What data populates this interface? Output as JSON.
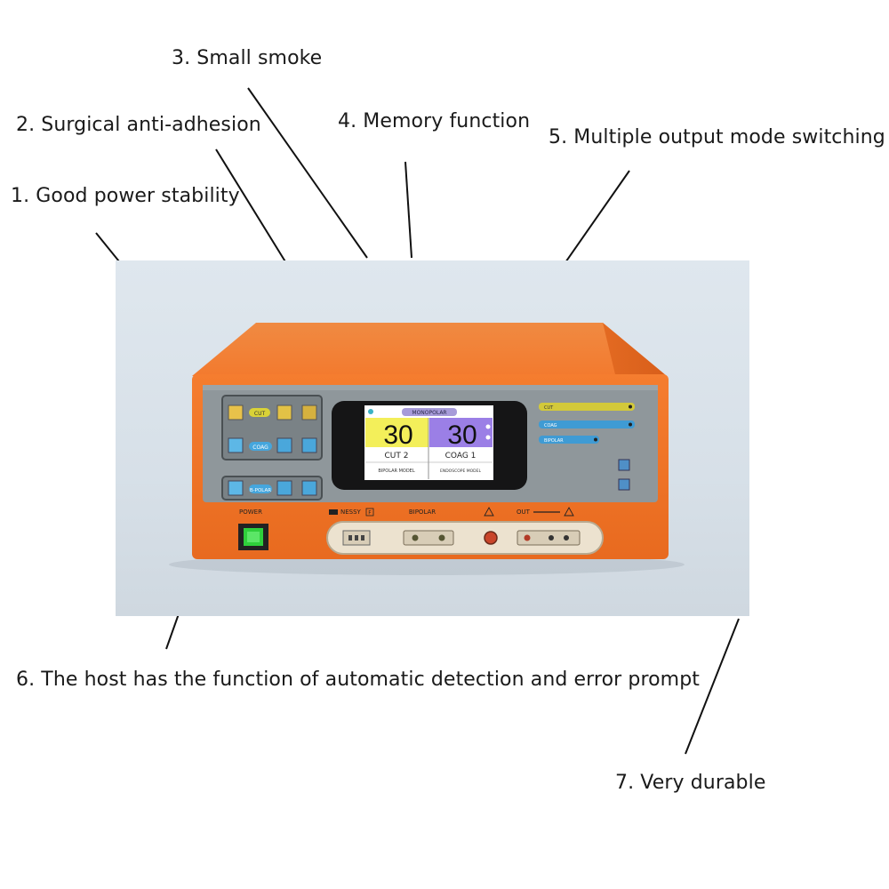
{
  "callouts": {
    "c1": "1. Good power stability",
    "c2": "2. Surgical anti-adhesion",
    "c3": "3. Small smoke",
    "c4": "4. Memory function",
    "c5": "5. Multiple output mode switching",
    "c6": "6. The host has the function of automatic detection and error prompt",
    "c7": "7. Very durable"
  },
  "device": {
    "screen": {
      "mode": "MONOPOLAR",
      "left_value": "30",
      "right_value": "30",
      "left_label": "CUT 2",
      "right_label": "COAG 1",
      "left_model": "BIPOLAR MODEL",
      "right_model": "ENDOSCOPE MODEL"
    },
    "left_panel": {
      "cut": "CUT",
      "coag": "COAG",
      "bipolar": "B-POLAR"
    },
    "right_indicators": {
      "cut": "CUT",
      "coag": "COAG",
      "bipolar": "BIPOLAR"
    },
    "front": {
      "power": "POWER",
      "nessy": "NESSY",
      "nessy_box": "F",
      "bipolar": "BIPOLAR",
      "out": "OUT"
    }
  },
  "colors": {
    "housing": "#f3782b",
    "panel": "#8e969a",
    "screen_left": "#f3ef5a",
    "screen_right": "#9b7fe6",
    "power_led": "#2fcf3b"
  }
}
